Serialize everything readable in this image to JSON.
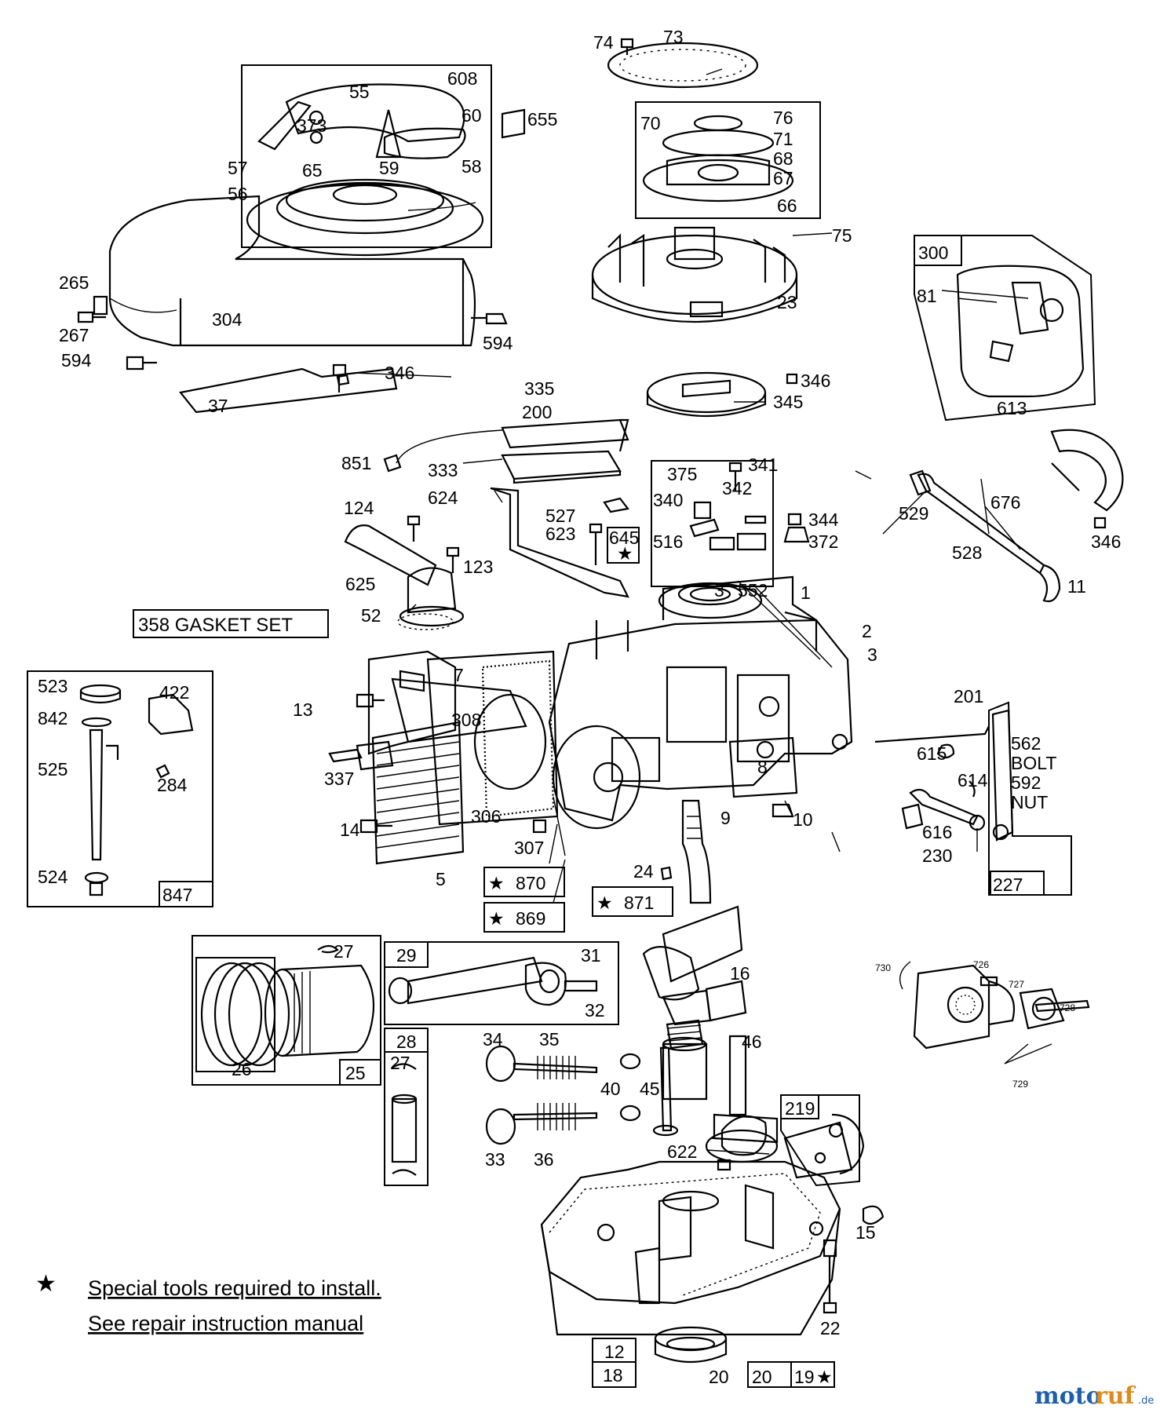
{
  "labels": [
    {
      "id": "74",
      "t": "74"
    },
    {
      "id": "73",
      "t": "73"
    },
    {
      "id": "608",
      "t": "608"
    },
    {
      "id": "55",
      "t": "55"
    },
    {
      "id": "60",
      "t": "60"
    },
    {
      "id": "655",
      "t": "655"
    },
    {
      "id": "373",
      "t": "373"
    },
    {
      "id": "57",
      "t": "57"
    },
    {
      "id": "65",
      "t": "65"
    },
    {
      "id": "59",
      "t": "59"
    },
    {
      "id": "58",
      "t": "58"
    },
    {
      "id": "56",
      "t": "56"
    },
    {
      "id": "70",
      "t": "70"
    },
    {
      "id": "76",
      "t": "76"
    },
    {
      "id": "71",
      "t": "71"
    },
    {
      "id": "68",
      "t": "68"
    },
    {
      "id": "67",
      "t": "67"
    },
    {
      "id": "66",
      "t": "66"
    },
    {
      "id": "75",
      "t": "75"
    },
    {
      "id": "23",
      "t": "23"
    },
    {
      "id": "300",
      "t": "300"
    },
    {
      "id": "81",
      "t": "81"
    },
    {
      "id": "613",
      "t": "613"
    },
    {
      "id": "265",
      "t": "265"
    },
    {
      "id": "267",
      "t": "267"
    },
    {
      "id": "304",
      "t": "304"
    },
    {
      "id": "594a",
      "t": "594"
    },
    {
      "id": "594b",
      "t": "594"
    },
    {
      "id": "346a",
      "t": "346"
    },
    {
      "id": "37",
      "t": "37"
    },
    {
      "id": "335",
      "t": "335"
    },
    {
      "id": "200",
      "t": "200"
    },
    {
      "id": "346b",
      "t": "346"
    },
    {
      "id": "345",
      "t": "345"
    },
    {
      "id": "851",
      "t": "851"
    },
    {
      "id": "333",
      "t": "333"
    },
    {
      "id": "624",
      "t": "624"
    },
    {
      "id": "375",
      "t": "375"
    },
    {
      "id": "341",
      "t": "341"
    },
    {
      "id": "340",
      "t": "340"
    },
    {
      "id": "342",
      "t": "342"
    },
    {
      "id": "527",
      "t": "527"
    },
    {
      "id": "344",
      "t": "344"
    },
    {
      "id": "623",
      "t": "623"
    },
    {
      "id": "645",
      "t": "645"
    },
    {
      "id": "516",
      "t": "516"
    },
    {
      "id": "372",
      "t": "372"
    },
    {
      "id": "124",
      "t": "124"
    },
    {
      "id": "123",
      "t": "123"
    },
    {
      "id": "625",
      "t": "625"
    },
    {
      "id": "52",
      "t": "52"
    },
    {
      "id": "529",
      "t": "529"
    },
    {
      "id": "676",
      "t": "676"
    },
    {
      "id": "346c",
      "t": "346"
    },
    {
      "id": "528",
      "t": "528"
    },
    {
      "id": "11",
      "t": "11"
    },
    {
      "id": "3a",
      "t": "3"
    },
    {
      "id": "552",
      "t": "552"
    },
    {
      "id": "1",
      "t": "1"
    },
    {
      "id": "2",
      "t": "2"
    },
    {
      "id": "3b",
      "t": "3"
    },
    {
      "id": "523",
      "t": "523"
    },
    {
      "id": "422",
      "t": "422"
    },
    {
      "id": "842",
      "t": "842"
    },
    {
      "id": "525",
      "t": "525"
    },
    {
      "id": "284",
      "t": "284"
    },
    {
      "id": "524",
      "t": "524"
    },
    {
      "id": "847",
      "t": "847"
    },
    {
      "id": "7",
      "t": "7"
    },
    {
      "id": "13",
      "t": "13"
    },
    {
      "id": "308",
      "t": "308"
    },
    {
      "id": "201",
      "t": "201"
    },
    {
      "id": "562",
      "t": "562"
    },
    {
      "id": "bolt",
      "t": "BOLT"
    },
    {
      "id": "592",
      "t": "592"
    },
    {
      "id": "nut",
      "t": "NUT"
    },
    {
      "id": "615",
      "t": "615"
    },
    {
      "id": "614",
      "t": "614"
    },
    {
      "id": "337",
      "t": "337"
    },
    {
      "id": "8",
      "t": "8"
    },
    {
      "id": "9",
      "t": "9"
    },
    {
      "id": "10",
      "t": "10"
    },
    {
      "id": "616",
      "t": "616"
    },
    {
      "id": "230",
      "t": "230"
    },
    {
      "id": "14",
      "t": "14"
    },
    {
      "id": "306",
      "t": "306"
    },
    {
      "id": "307",
      "t": "307"
    },
    {
      "id": "5",
      "t": "5"
    },
    {
      "id": "870",
      "t": "870"
    },
    {
      "id": "24",
      "t": "24"
    },
    {
      "id": "871",
      "t": "871"
    },
    {
      "id": "227",
      "t": "227"
    },
    {
      "id": "869",
      "t": "869"
    },
    {
      "id": "27a",
      "t": "27"
    },
    {
      "id": "29",
      "t": "29"
    },
    {
      "id": "31",
      "t": "31"
    },
    {
      "id": "16",
      "t": "16"
    },
    {
      "id": "32",
      "t": "32"
    },
    {
      "id": "26",
      "t": "26"
    },
    {
      "id": "25",
      "t": "25"
    },
    {
      "id": "28",
      "t": "28"
    },
    {
      "id": "27b",
      "t": "27"
    },
    {
      "id": "34",
      "t": "34"
    },
    {
      "id": "35",
      "t": "35"
    },
    {
      "id": "46",
      "t": "46"
    },
    {
      "id": "40",
      "t": "40"
    },
    {
      "id": "45",
      "t": "45"
    },
    {
      "id": "33",
      "t": "33"
    },
    {
      "id": "36",
      "t": "36"
    },
    {
      "id": "219",
      "t": "219"
    },
    {
      "id": "622",
      "t": "622"
    },
    {
      "id": "15",
      "t": "15"
    },
    {
      "id": "22",
      "t": "22"
    },
    {
      "id": "12",
      "t": "12"
    },
    {
      "id": "18",
      "t": "18"
    },
    {
      "id": "20a",
      "t": "20"
    },
    {
      "id": "20b",
      "t": "20"
    },
    {
      "id": "19",
      "t": "19"
    },
    {
      "id": "730",
      "t": "730"
    },
    {
      "id": "726",
      "t": "726"
    },
    {
      "id": "727",
      "t": "727"
    },
    {
      "id": "728",
      "t": "728"
    },
    {
      "id": "729",
      "t": "729"
    }
  ],
  "gasket_set": "358 GASKET SET",
  "note_line1": "Special tools required to install.",
  "note_line2": "See repair instruction manual",
  "star": "★",
  "watermark": {
    "a": "moto",
    "b": "ruf",
    "c": ".de"
  }
}
